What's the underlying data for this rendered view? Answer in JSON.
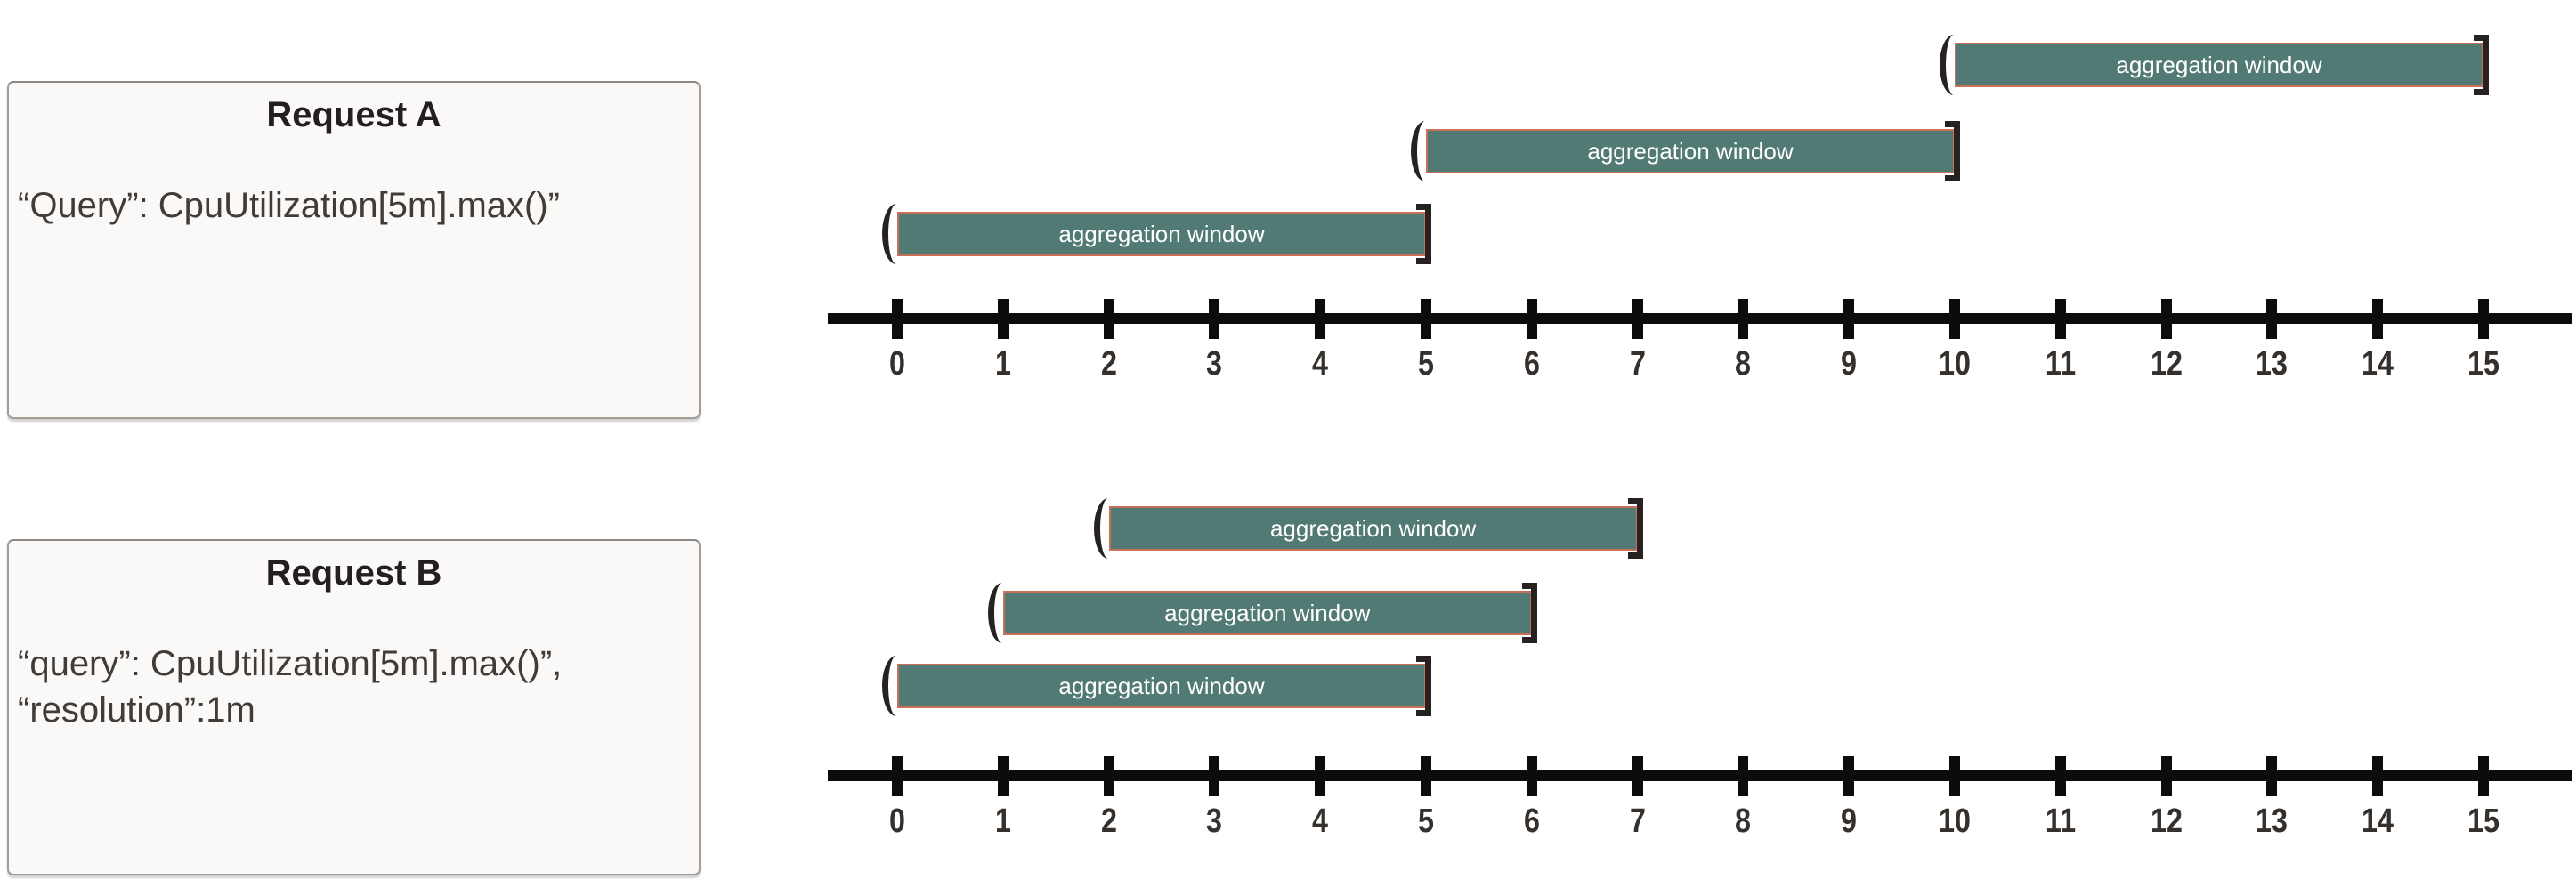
{
  "request_a": {
    "title": "Request A",
    "body_lines": [
      "“Query”: CpuUtilization[5m].max()”"
    ],
    "timeline": {
      "axis": {
        "min": 0,
        "max": 15,
        "step": 1
      },
      "interval_notation": {
        "open": "(",
        "close": "]"
      },
      "bars": [
        {
          "label": "aggregation window",
          "start": 10,
          "end": 15
        },
        {
          "label": "aggregation window",
          "start": 5,
          "end": 10
        },
        {
          "label": "aggregation window",
          "start": 0,
          "end": 5
        }
      ]
    }
  },
  "request_b": {
    "title": "Request B",
    "body_lines": [
      "“query”: CpuUtilization[5m].max()”,",
      "“resolution”:1m"
    ],
    "timeline": {
      "axis": {
        "min": 0,
        "max": 15,
        "step": 1
      },
      "interval_notation": {
        "open": "(",
        "close": "]"
      },
      "bars": [
        {
          "label": "aggregation window",
          "start": 2,
          "end": 7
        },
        {
          "label": "aggregation window",
          "start": 1,
          "end": 6
        },
        {
          "label": "aggregation window",
          "start": 0,
          "end": 5
        }
      ]
    }
  },
  "colors": {
    "bar_fill": "#527a75",
    "bar_border": "#cb7058",
    "bar_text": "#ffffff",
    "axis": "#0c0c0c",
    "bracket": "#27221f",
    "panel_bg": "#faf9f7",
    "panel_border": "#a39d96",
    "title": "#221f1e",
    "body_text": "#3f3c3a",
    "tick_label": "#35302c"
  }
}
